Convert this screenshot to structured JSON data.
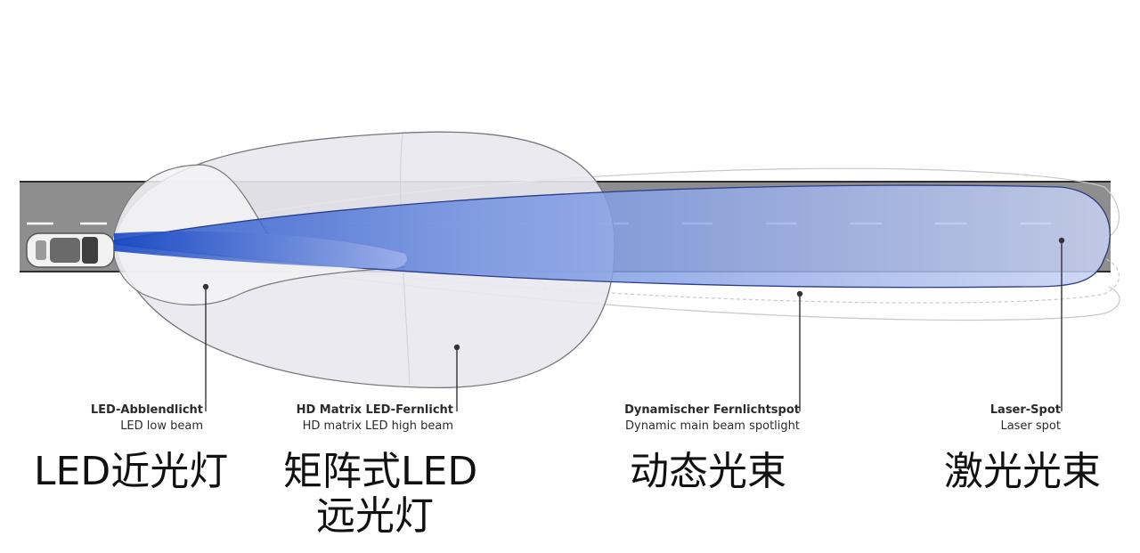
{
  "colors": {
    "road": "#8c8c8c",
    "road_edge": "#333333",
    "lane_dash": "#ffffff",
    "cone_fill": "#e9e9ee",
    "cone_stroke": "#777777",
    "beam_blue": "#2f5fd0",
    "beam_light": "#b9c6ee",
    "leader_line": "#333333"
  },
  "labels": [
    {
      "de": "LED-Abblendlicht",
      "en": "LED low beam",
      "zh": "LED近光灯"
    },
    {
      "de": "HD Matrix LED-Fernlicht",
      "en": "HD matrix LED high beam",
      "zh": "矩阵式LED",
      "zh2": "远光灯"
    },
    {
      "de": "Dynamischer Fernlichtspot",
      "en": "Dynamic main beam spotlight",
      "zh": "动态光束"
    },
    {
      "de": "Laser-Spot",
      "en": "Laser spot",
      "zh": "激光光束"
    }
  ],
  "icons": {
    "car": "car-top-view-icon"
  }
}
